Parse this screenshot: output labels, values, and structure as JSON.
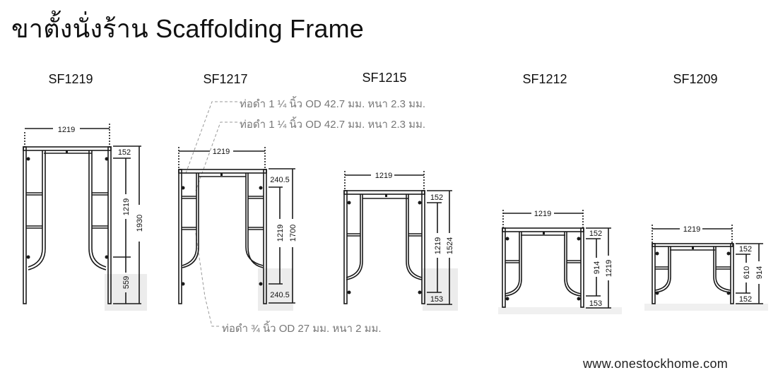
{
  "title": "ขาตั้งนั่งร้าน Scaffolding Frame",
  "models": [
    {
      "name": "SF1219",
      "width": "1219",
      "dims": [
        "152",
        "1219",
        "559"
      ],
      "total": "1930"
    },
    {
      "name": "SF1217",
      "width": "1219",
      "dims": [
        "240.5",
        "1219",
        "240.5"
      ],
      "total": "1700"
    },
    {
      "name": "SF1215",
      "width": "1219",
      "dims": [
        "152",
        "1219",
        "153"
      ],
      "total": "1524"
    },
    {
      "name": "SF1212",
      "width": "1219",
      "dims": [
        "152",
        "914",
        "153"
      ],
      "total": "1219"
    },
    {
      "name": "SF1209",
      "width": "1219",
      "dims": [
        "152",
        "610",
        "152"
      ],
      "total": "914"
    }
  ],
  "notes": {
    "outer_pipe_1": "ท่อดำ 1 ¼ นิ้ว OD 42.7 มม. หนา 2.3 มม.",
    "outer_pipe_2": "ท่อดำ 1 ¼ นิ้ว OD 42.7 มม. หนา 2.3 มม.",
    "inner_pipe": "ท่อดำ ¾ นิ้ว OD 27 มม. หนา 2 มม."
  },
  "website": "www.onestockhome.com",
  "colors": {
    "line": "#1a1a1a",
    "note_text": "#777777",
    "leader": "#999999",
    "shadow": "#e6e6e6"
  }
}
